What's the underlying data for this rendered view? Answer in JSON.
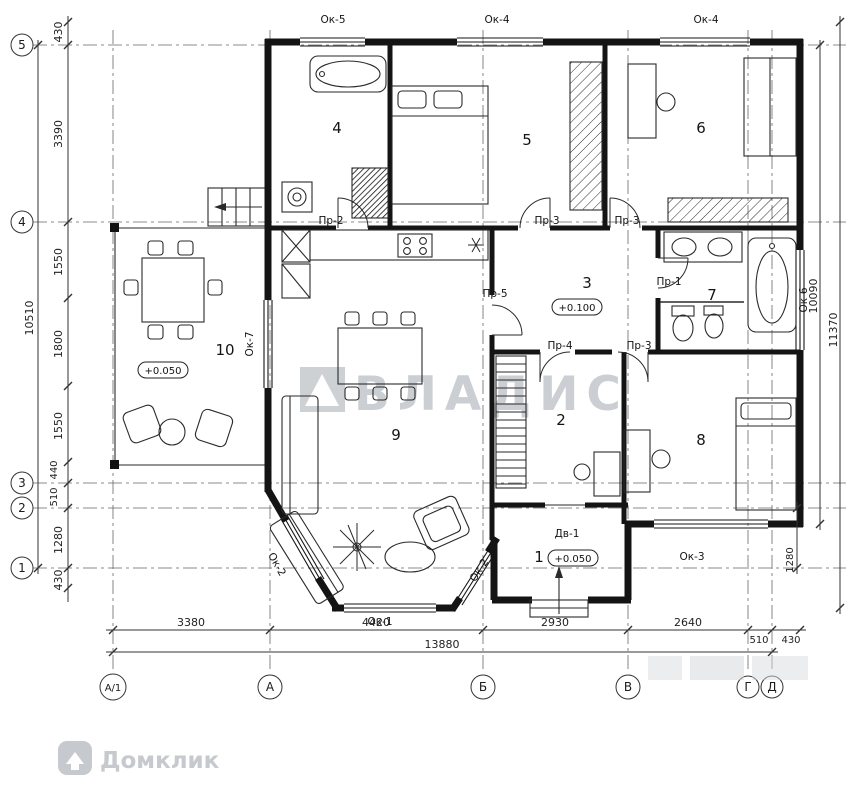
{
  "plan": {
    "axes": {
      "rows": [
        "5",
        "4",
        "3",
        "2",
        "1"
      ],
      "cols": [
        "А/1",
        "А",
        "Б",
        "В",
        "Г",
        "Д"
      ]
    },
    "dims": {
      "left_outer_total": "10510",
      "left_chain": [
        "430",
        "3390",
        "1550",
        "1800",
        "1550",
        "440",
        "510",
        "1280",
        "430"
      ],
      "right_inner": "10090",
      "right_outer": "11370",
      "right_small": "1280",
      "bottom_chain": [
        "3380",
        "4420",
        "2930",
        "2640",
        "510",
        "430"
      ],
      "bottom_total": "13880"
    },
    "rooms": {
      "r1": "1",
      "r2": "2",
      "r3": "3",
      "r4": "4",
      "r5": "5",
      "r6": "6",
      "r7": "7",
      "r8": "8",
      "r9": "9",
      "r10": "10"
    },
    "elevations": {
      "terrace": "+0.050",
      "hall": "+0.100",
      "entry": "+0.050"
    },
    "windows": {
      "ok1": "Ок-1",
      "ok2": "Ок-2",
      "ok3": "Ок-3",
      "ok4": "Ок-4",
      "ok5": "Ок-5",
      "ok6": "Ок-6",
      "ok7": "Ок-7"
    },
    "doors": {
      "pr1": "Пр-1",
      "pr2": "Пр-2",
      "pr3": "Пр-3",
      "pr4": "Пр-4",
      "pr5": "Пр-5",
      "dv1": "Дв-1"
    }
  },
  "watermarks": {
    "center": "ВЛАДИС",
    "bottom_left": "Домклик"
  },
  "colors": {
    "ink": "#141414",
    "dim": "#333333",
    "watermark": "#bfc2c7"
  }
}
